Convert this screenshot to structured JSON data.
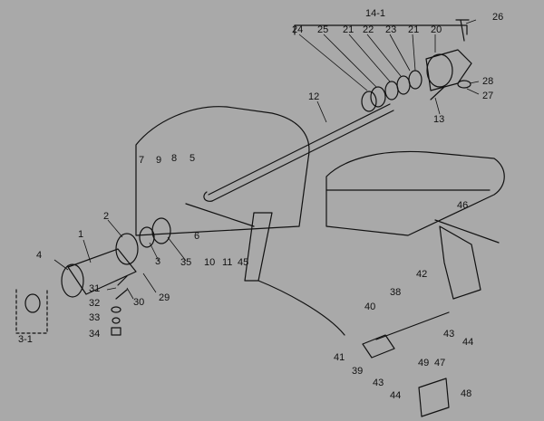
{
  "diagram": {
    "kind": "exploded-parts-drawing",
    "background_color": "#a9a9a9",
    "inset_background_color": "#ffffff",
    "line_color": "#111111",
    "inset": {
      "group_label": "14-1",
      "labels": [
        "24",
        "25",
        "21",
        "22",
        "23",
        "21",
        "20",
        "26",
        "28",
        "27",
        "13",
        "12"
      ]
    },
    "main_labels": [
      "7",
      "9",
      "8",
      "5",
      "1",
      "2",
      "6",
      "4",
      "3",
      "35",
      "29",
      "30",
      "10",
      "11",
      "45",
      "31",
      "32",
      "33",
      "34",
      "3-1",
      "46",
      "42",
      "38",
      "40",
      "43",
      "44",
      "41",
      "39",
      "43",
      "44",
      "49",
      "47",
      "48"
    ]
  }
}
